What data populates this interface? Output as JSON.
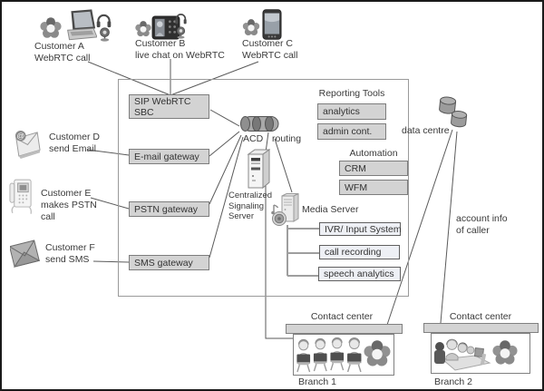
{
  "colors": {
    "box_fill": "#d3d3d3",
    "box_border": "#7d7d7d",
    "light_box_fill": "#eef0f5",
    "line": "#5a5a5a",
    "connector": "#9e9e9e",
    "text": "#3a3a3a",
    "icon_gray": "#8f8f8f"
  },
  "customers": {
    "a": {
      "name": "Customer A",
      "desc": "WebRTC call"
    },
    "b": {
      "name": "Customer B",
      "desc": "live chat on WebRTC"
    },
    "c": {
      "name": "Customer C",
      "desc": "WebRTC call"
    },
    "d": {
      "name": "Customer D",
      "desc": "send Email"
    },
    "e": {
      "name": "Customer E",
      "desc_line1": "makes PSTN",
      "desc_line2": "call"
    },
    "f": {
      "name": "Customer F",
      "desc": "send SMS"
    }
  },
  "core": {
    "sbc_line1": "SIP WebRTC",
    "sbc_line2": "SBC",
    "email_gateway": "E-mail gateway",
    "pstn_gateway": "PSTN gateway",
    "sms_gateway": "SMS gateway",
    "acd": "ACD",
    "routing": "routing",
    "signaling_line1": "Centralized",
    "signaling_line2": "Signaling",
    "signaling_line3": "Server",
    "media_server": "Media Server"
  },
  "reporting": {
    "title": "Reporting Tools",
    "items": [
      "analytics",
      "admin cont."
    ]
  },
  "automation": {
    "title": "Automation",
    "items": [
      "CRM",
      "WFM"
    ]
  },
  "media_modules": [
    "IVR/ Input System",
    "call recording",
    "speech analytics"
  ],
  "data_centre_label": "data centre",
  "account_info": {
    "line1": "account info",
    "line2": "of caller"
  },
  "branches": [
    {
      "title": "Contact center",
      "name": "Branch 1"
    },
    {
      "title": "Contact center",
      "name": "Branch 2"
    }
  ],
  "icons": {
    "email_at": "@"
  }
}
